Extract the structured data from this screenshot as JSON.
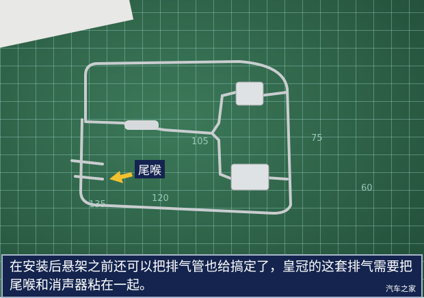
{
  "photo": {
    "mat_labels": [
      "105",
      "75",
      "60",
      "135",
      "120"
    ],
    "label_tag": "尾喉",
    "arrow_color": "#f2c12e"
  },
  "caption": {
    "text": "在安装后悬架之前还可以把排气管也给搞定了，皇冠的这套排气需要把尾喉和消声器粘在一起。",
    "watermark": "汽车之家"
  },
  "colors": {
    "caption_bg": "#14244e",
    "mat": "#2c5e45"
  }
}
